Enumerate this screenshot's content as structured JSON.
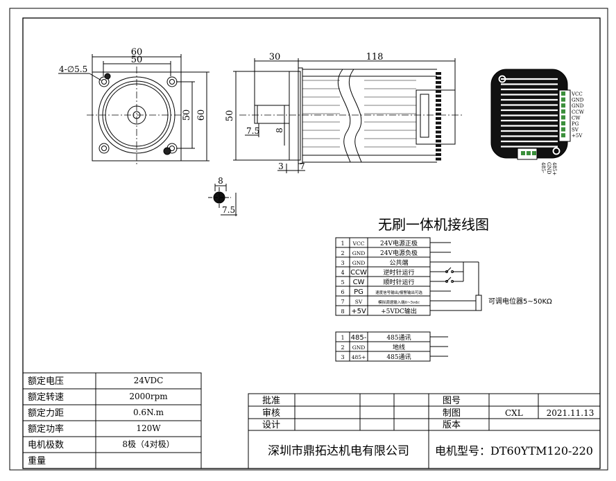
{
  "dims": {
    "front_60": "60",
    "front_50": "50",
    "holes": "4-∅5.5",
    "front_v50": "50",
    "front_v60": "60",
    "side_30": "30",
    "side_118": "118",
    "side_50": "50",
    "side_7_5": "7.5",
    "side_8": "8",
    "side_3": "3",
    "side_7": "7",
    "shaft_8": "8",
    "shaft_7_5": "7.5"
  },
  "driver": {
    "pins": [
      "VCC",
      "GND",
      "GND",
      "CCW",
      "CW",
      "PG",
      "SV",
      "+5V"
    ],
    "bottom_pins": [
      "485-",
      "GND",
      "485+"
    ]
  },
  "wiring": {
    "title": "无刷一体机接线图",
    "rows": [
      {
        "num": "1",
        "sig": "VCC",
        "desc": "24V电源正极"
      },
      {
        "num": "2",
        "sig": "GND",
        "desc": "24V电源负极"
      },
      {
        "num": "3",
        "sig": "GND",
        "desc": "公共端"
      },
      {
        "num": "4",
        "sig": "CCW",
        "desc": "逆时针运行"
      },
      {
        "num": "5",
        "sig": "CW",
        "desc": "顺时针运行"
      },
      {
        "num": "6",
        "sig": "PG",
        "desc": "速度信号输出/报警输出可选"
      },
      {
        "num": "7",
        "sig": "SV",
        "desc": "模拟调速输入端0~5vdc"
      },
      {
        "num": "8",
        "sig": "+5V",
        "desc": "+5VDC输出"
      }
    ],
    "pot_label": "可调电位器5~50KΩ",
    "comm_rows": [
      {
        "num": "1",
        "sig": "485-",
        "desc": "485通讯"
      },
      {
        "num": "2",
        "sig": "GND",
        "desc": "地线"
      },
      {
        "num": "3",
        "sig": "485+",
        "desc": "485通讯"
      }
    ]
  },
  "specs": [
    {
      "label": "额定电压",
      "value": "24VDC"
    },
    {
      "label": "额定转速",
      "value": "2000rpm"
    },
    {
      "label": "额定力距",
      "value": "0.6N.m"
    },
    {
      "label": "额定功率",
      "value": "120W"
    },
    {
      "label": "电机极数",
      "value": "8极（4对极）"
    },
    {
      "label": "重量",
      "value": ""
    }
  ],
  "titleblock": {
    "approve": "批准",
    "review": "审核",
    "design": "设计",
    "drawing_no_label": "图号",
    "drafter_label": "制图",
    "drafter": "CXL",
    "date": "2021.11.13",
    "version_label": "版本",
    "company": "深圳市鼎拓达机电有限公司",
    "model": "电机型号：DT60YTM120-220"
  }
}
